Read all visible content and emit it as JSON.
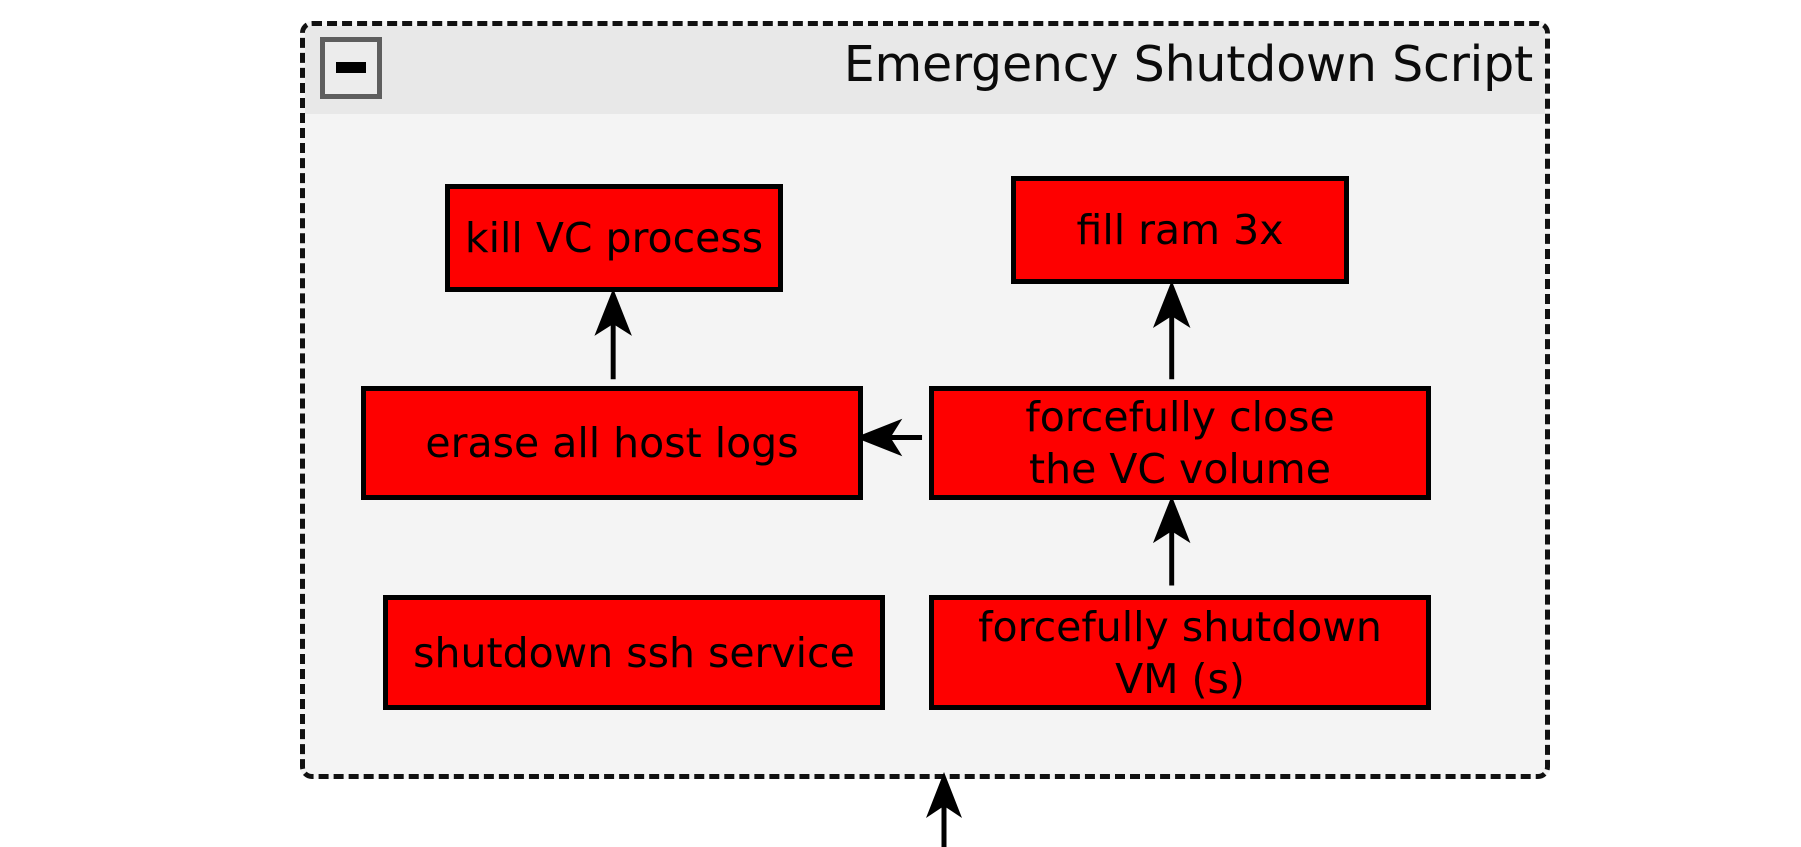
{
  "diagram": {
    "type": "flowchart",
    "container": {
      "title": "Emergency Shutdown Script",
      "collapse_icon": "minus-icon",
      "border_style": "dashed",
      "border_color": "#111111",
      "header_color": "#e8e8e8",
      "body_color": "#f4f4f4"
    },
    "node_style": {
      "fill": "#fe0000",
      "stroke": "#000000",
      "text_color": "#000000"
    },
    "nodes": [
      {
        "id": "kill-vc-process",
        "label": "kill VC process"
      },
      {
        "id": "fill-ram-3x",
        "label": "fill ram 3x"
      },
      {
        "id": "erase-host-logs",
        "label": "erase all host logs"
      },
      {
        "id": "force-close-vc",
        "label": "forcefully close\nthe VC volume"
      },
      {
        "id": "shutdown-ssh",
        "label": "shutdown ssh service"
      },
      {
        "id": "force-shutdown-vm",
        "label": "forcefully shutdown\nVM (s)"
      }
    ],
    "edges": [
      {
        "from": "erase-host-logs",
        "to": "kill-vc-process",
        "direction": "up"
      },
      {
        "from": "force-close-vc",
        "to": "fill-ram-3x",
        "direction": "up"
      },
      {
        "from": "force-close-vc",
        "to": "erase-host-logs",
        "direction": "left"
      },
      {
        "from": "force-shutdown-vm",
        "to": "force-close-vc",
        "direction": "up"
      },
      {
        "from": "external",
        "to": "container",
        "direction": "up"
      }
    ]
  }
}
